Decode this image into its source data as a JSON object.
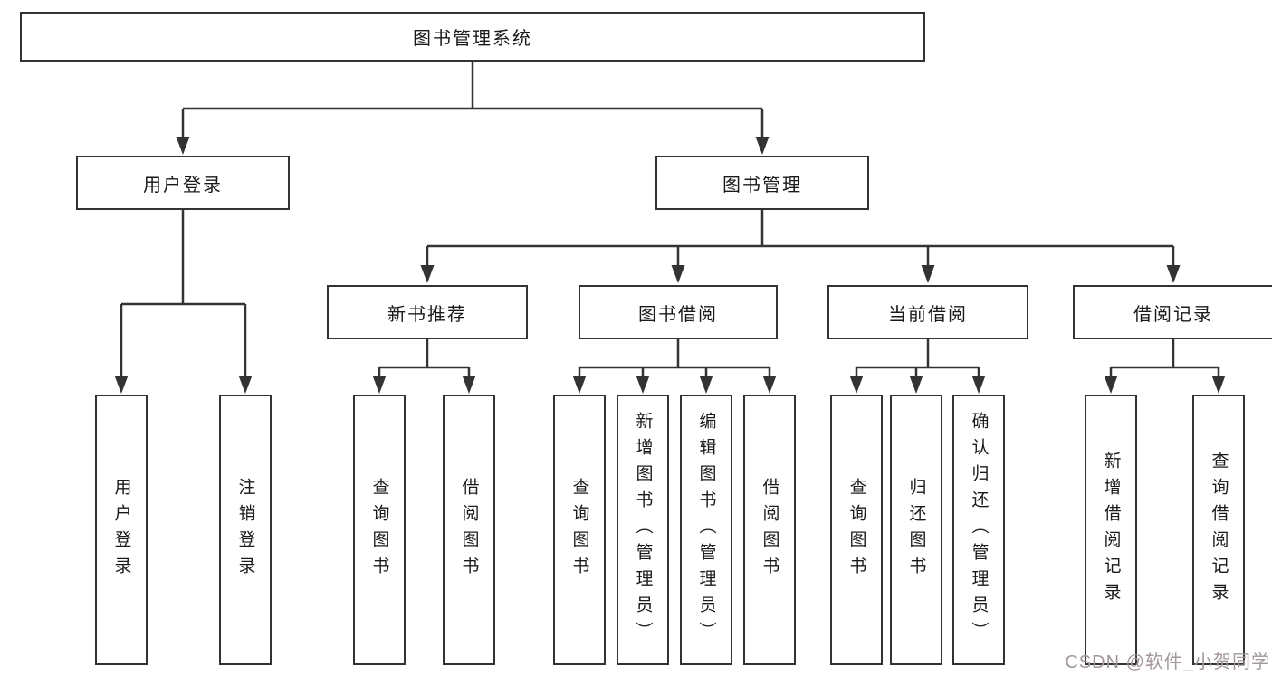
{
  "diagram": {
    "root": {
      "label": "图书管理系统"
    },
    "branches": [
      {
        "label": "用户登录",
        "children": [
          {
            "label": "用户登录"
          },
          {
            "label": "注销登录"
          }
        ]
      },
      {
        "label": "图书管理",
        "children": [
          {
            "label": "新书推荐",
            "children": [
              {
                "label": "查询图书"
              },
              {
                "label": "借阅图书"
              }
            ]
          },
          {
            "label": "图书借阅",
            "children": [
              {
                "label": "查询图书"
              },
              {
                "label": "新增图书（管理员）"
              },
              {
                "label": "编辑图书（管理员）"
              },
              {
                "label": "借阅图书"
              }
            ]
          },
          {
            "label": "当前借阅",
            "children": [
              {
                "label": "查询图书"
              },
              {
                "label": "归还图书"
              },
              {
                "label": "确认归还（管理员）"
              }
            ]
          },
          {
            "label": "借阅记录",
            "children": [
              {
                "label": "新增借阅记录"
              },
              {
                "label": "查询借阅记录"
              }
            ]
          }
        ]
      }
    ]
  },
  "watermark": {
    "text": "CSDN @软件_小贺同学"
  },
  "colors": {
    "line": "#333333",
    "box_border": "#333333",
    "text": "#1a1a1a",
    "background": "#ffffff",
    "watermark": "#a2979a"
  }
}
